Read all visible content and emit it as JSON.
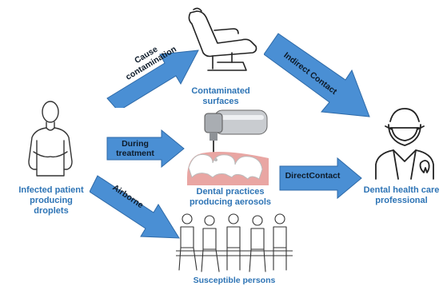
{
  "nodes": {
    "patient": {
      "label": "Infected patient producing droplets",
      "icon": "infected-person-icon"
    },
    "surfaces": {
      "label": "Contaminated surfaces",
      "icon": "dental-chair-icon"
    },
    "aerosols": {
      "label": "Dental practices producing aerosols",
      "icon": "dental-drill-icon"
    },
    "susceptible": {
      "label": "Susceptible persons",
      "icon": "seated-people-icon"
    },
    "professional": {
      "label": "Dental health care professional",
      "icon": "masked-dentist-icon"
    }
  },
  "edges": {
    "cause": {
      "line1": "Cause",
      "line2": "contamination"
    },
    "during": {
      "line1": "During",
      "line2": "treatment"
    },
    "airborne": {
      "label": "Airborne"
    },
    "indirect": {
      "label": "Indirect Contact"
    },
    "direct": {
      "label": "DirectContact"
    }
  },
  "colors": {
    "arrow_fill": "#4a8fd4",
    "arrow_stroke": "#2e6aa8",
    "label_text": "#2e74b5"
  }
}
